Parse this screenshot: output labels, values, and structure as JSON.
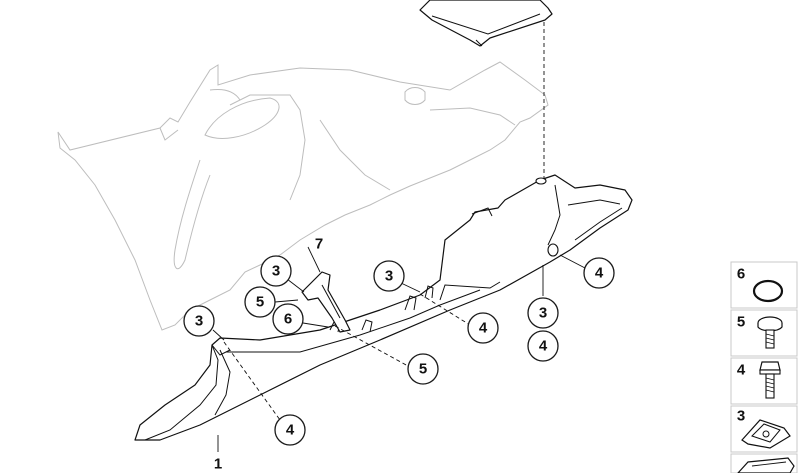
{
  "diagram": {
    "callouts": [
      {
        "id": "c3a",
        "label": "3"
      },
      {
        "id": "c3b",
        "label": "3"
      },
      {
        "id": "c3c",
        "label": "3"
      },
      {
        "id": "c3d",
        "label": "3"
      },
      {
        "id": "c4a",
        "label": "4"
      },
      {
        "id": "c4b",
        "label": "4"
      },
      {
        "id": "c4c",
        "label": "4"
      },
      {
        "id": "c4d",
        "label": "4"
      },
      {
        "id": "c5a",
        "label": "5"
      },
      {
        "id": "c5b",
        "label": "5"
      },
      {
        "id": "c6a",
        "label": "6"
      }
    ],
    "plain_labels": [
      {
        "id": "l7",
        "label": "7"
      },
      {
        "id": "l1",
        "label": "1"
      }
    ]
  },
  "legend": {
    "items": [
      {
        "label": "6",
        "icon": "o-ring-icon"
      },
      {
        "label": "5",
        "icon": "flat-head-screw-icon"
      },
      {
        "label": "4",
        "icon": "hex-bolt-icon"
      },
      {
        "label": "3",
        "icon": "clip-nut-icon"
      },
      {
        "label": "",
        "icon": "cable-tie-icon"
      }
    ]
  }
}
